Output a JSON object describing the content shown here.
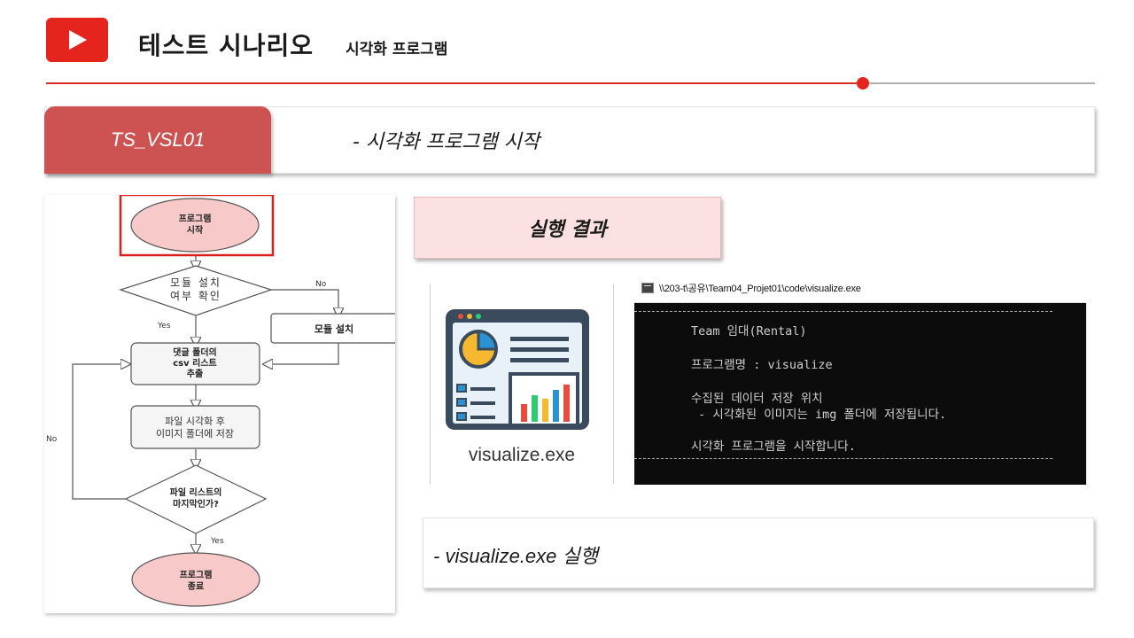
{
  "header": {
    "title": "테스트 시나리오",
    "subtitle": "시각화 프로그램",
    "accent_color": "#e5241d",
    "logo_icon": "play-icon"
  },
  "scenario": {
    "id": "TS_VSL01",
    "description": "-  시각화 프로그램 시작",
    "id_color": "#cd5353"
  },
  "flowchart": {
    "start": [
      "프로그램",
      "시작"
    ],
    "check_module": [
      "모듈 설치",
      "여부 확인"
    ],
    "no_label_1": "No",
    "yes_label_1": "Yes",
    "install_module": "모듈 설치",
    "extract_csv": [
      "댓글 폴더의",
      "csv 리스트",
      "추출"
    ],
    "visualize": [
      "파일 시각화 후",
      "이미지 폴더에 저장"
    ],
    "last_check": [
      "파일 리스트의",
      "마지막인가?"
    ],
    "no_label_2": "No",
    "yes_label_2": "Yes",
    "end": [
      "프로그램",
      "종료"
    ]
  },
  "result": {
    "header": "실행 결과",
    "exe_label": "visualize.exe",
    "exe_icon": "dashboard-chart-icon"
  },
  "console": {
    "window_title": "\\\\203-t\\공유\\Team04_Projet01\\code\\visualize.exe",
    "lines": [
      "Team 임대(Rental)",
      "프로그램명 : visualize",
      "수집된 데이터 저장 위치",
      " - 시각화된 이미지는 img 폴더에 저장됩니다.",
      "시각화 프로그램을 시작합니다."
    ]
  },
  "caption": "- visualize.exe 실행"
}
